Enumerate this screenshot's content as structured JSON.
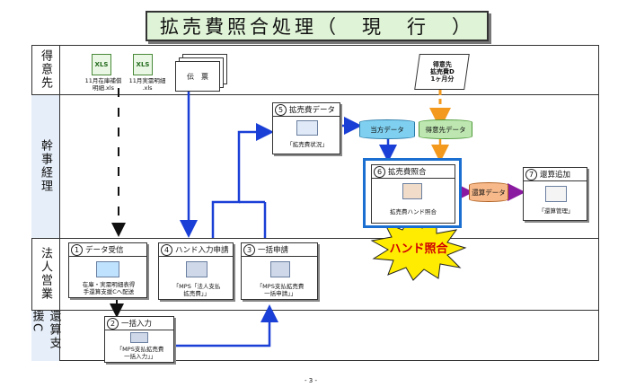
{
  "title": "拡売費照合処理（　現　行　）",
  "lanes": [
    {
      "id": "tokuisaki",
      "label": "得意先"
    },
    {
      "id": "kanji",
      "label": "幹事経理"
    },
    {
      "id": "hojin",
      "label": "法人営業"
    },
    {
      "id": "kessan",
      "label": "還算支援C"
    }
  ],
  "files": [
    {
      "label": "11月在庫補償\n明細.xls",
      "icon": "XLS"
    },
    {
      "label": "11月実需明細\n.xls",
      "icon": "XLS"
    }
  ],
  "denpyo": "伝　票",
  "tokuisaki_data": "得意先\n拡売費D\n1ヶ月分",
  "db_toho": "当方データ",
  "db_tokuisaki": "得意先データ",
  "db_seisan": "還算データ",
  "box5": {
    "num": "5",
    "title": "拡売費データ",
    "caption": "「拡売費状況」"
  },
  "box6": {
    "num": "6",
    "title": "拡売費照合",
    "caption": "拡売費ハンド照合"
  },
  "box7": {
    "num": "7",
    "title": "還算追加",
    "caption": "「還算管理」"
  },
  "box1": {
    "num": "1",
    "title": "データ受信",
    "caption": "在庫・実需明細表得\n手還算支援Cへ配送"
  },
  "box4": {
    "num": "4",
    "title": "ハンド入力申請",
    "caption": "「MPS「法人支払\n拡売費」」"
  },
  "box3": {
    "num": "3",
    "title": "一括申請",
    "caption": "「MPS支払拡売費\n一括申請」」"
  },
  "box2": {
    "num": "2",
    "title": "一括入力",
    "caption": "「MPS支払拡売費\n一括入力」」"
  },
  "burst": "ハンド照合",
  "page_number": "- 3 -",
  "colors": {
    "title_bg": "#dff3d6",
    "arrow_blue": "#1a3fd6",
    "db_blue": "#7fd0f0",
    "db_green": "#bde6b0",
    "burst": "#ffec00",
    "highlight": "#1a6fd0",
    "lane_bg": "#e6eef9"
  }
}
